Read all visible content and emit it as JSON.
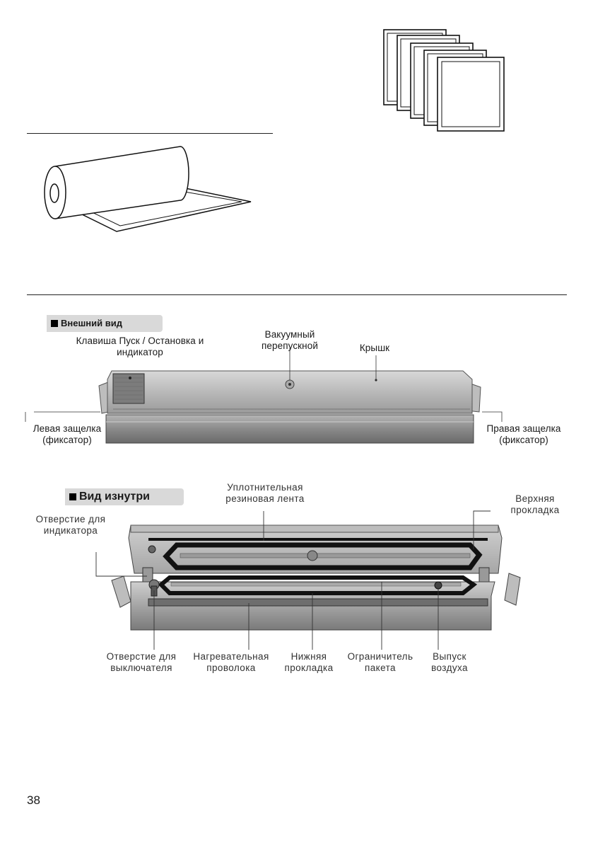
{
  "page_number": "38",
  "exterior": {
    "section_label": "Внешний вид",
    "labels": {
      "start_stop_key": [
        "Клавиша Пуск / Остановка и",
        "индикатор"
      ],
      "vacuum_bypass": [
        "Вакуумный",
        "перепускной"
      ],
      "lid": [
        "Крышк"
      ],
      "left_latch": [
        "Левая защелка",
        "(фиксатор)"
      ],
      "right_latch": [
        "Правая защелка",
        "(фиксатор)"
      ]
    }
  },
  "interior": {
    "section_label": "Вид изнутри",
    "labels": {
      "sealing_gasket": [
        "Уплотнительная",
        "резиновая лента"
      ],
      "upper_pad": [
        "Верхняя",
        "прокладка"
      ],
      "indicator_hole": [
        "Отверстие для",
        "индикатора"
      ],
      "switch_hole": [
        "Отверстие для",
        "выключателя"
      ],
      "heating_wire": [
        "Нагревательная",
        "проволока"
      ],
      "lower_pad": [
        "Нижняя",
        "прокладка"
      ],
      "bag_limiter": [
        "Ограничитель",
        "пакета"
      ],
      "air_outlet": [
        "Выпуск",
        "воздуха"
      ]
    }
  }
}
